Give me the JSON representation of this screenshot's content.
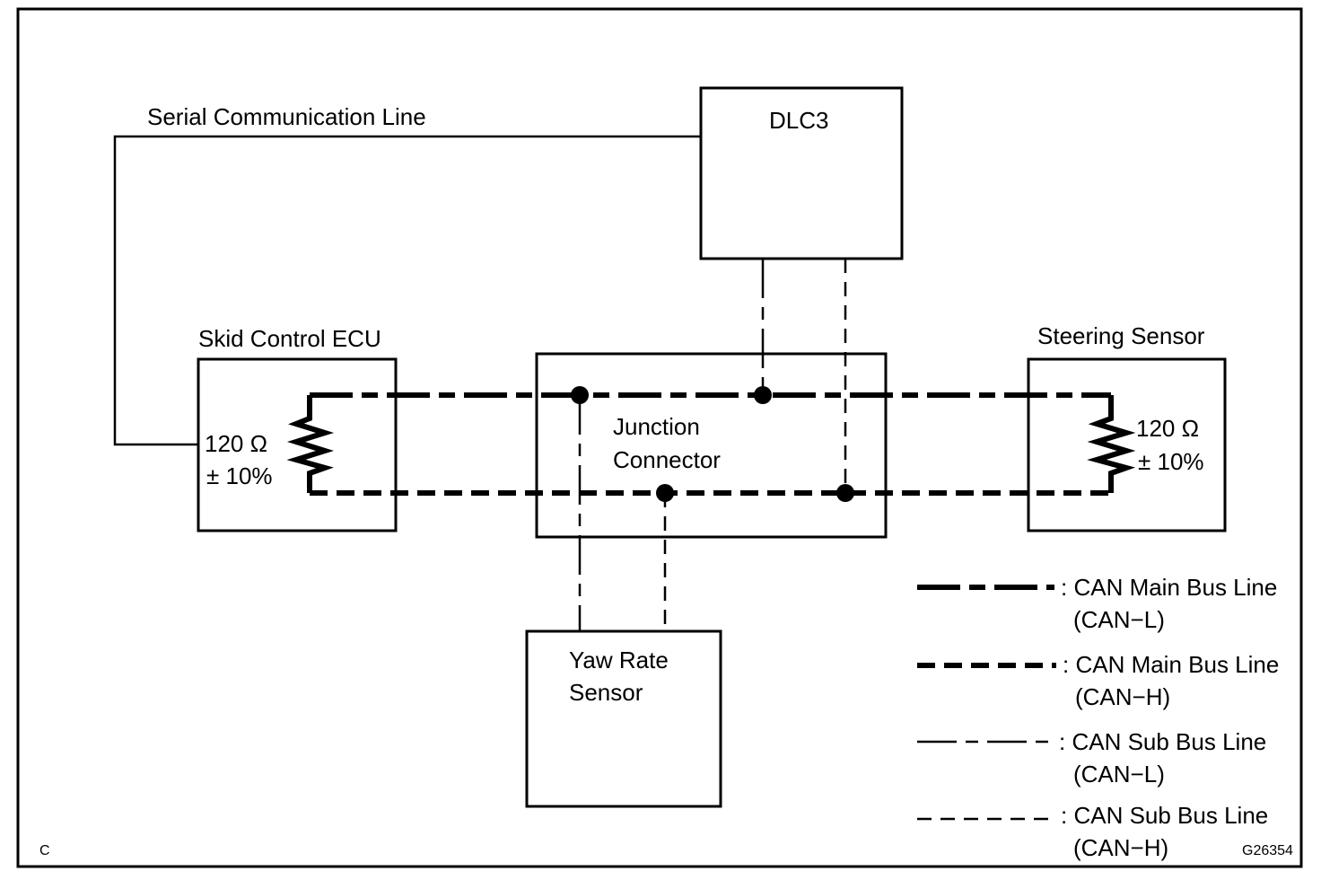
{
  "diagram": {
    "serial_line_label": "Serial Communication Line",
    "dlc3_label": "DLC3",
    "skid_ecu_label": "Skid Control ECU",
    "steering_sensor_label": "Steering Sensor",
    "junction_label_1": "Junction",
    "junction_label_2": "Connector",
    "yaw_label_1": "Yaw Rate",
    "yaw_label_2": "Sensor",
    "resistor_left_value": "120 Ω",
    "resistor_left_tol": "± 10%",
    "resistor_right_value": "120 Ω",
    "resistor_right_tol": "± 10%",
    "corner_letter": "C",
    "figure_code": "G26354"
  },
  "legend": {
    "items": [
      {
        "label": ": CAN Main Bus Line",
        "sub": "(CAN−L)",
        "style": "main-l"
      },
      {
        "label": ": CAN Main Bus Line",
        "sub": "(CAN−H)",
        "style": "main-h"
      },
      {
        "label": ": CAN Sub Bus Line",
        "sub": "(CAN−L)",
        "style": "sub-l"
      },
      {
        "label": ": CAN Sub Bus Line",
        "sub": "(CAN−H)",
        "style": "sub-h"
      }
    ]
  }
}
